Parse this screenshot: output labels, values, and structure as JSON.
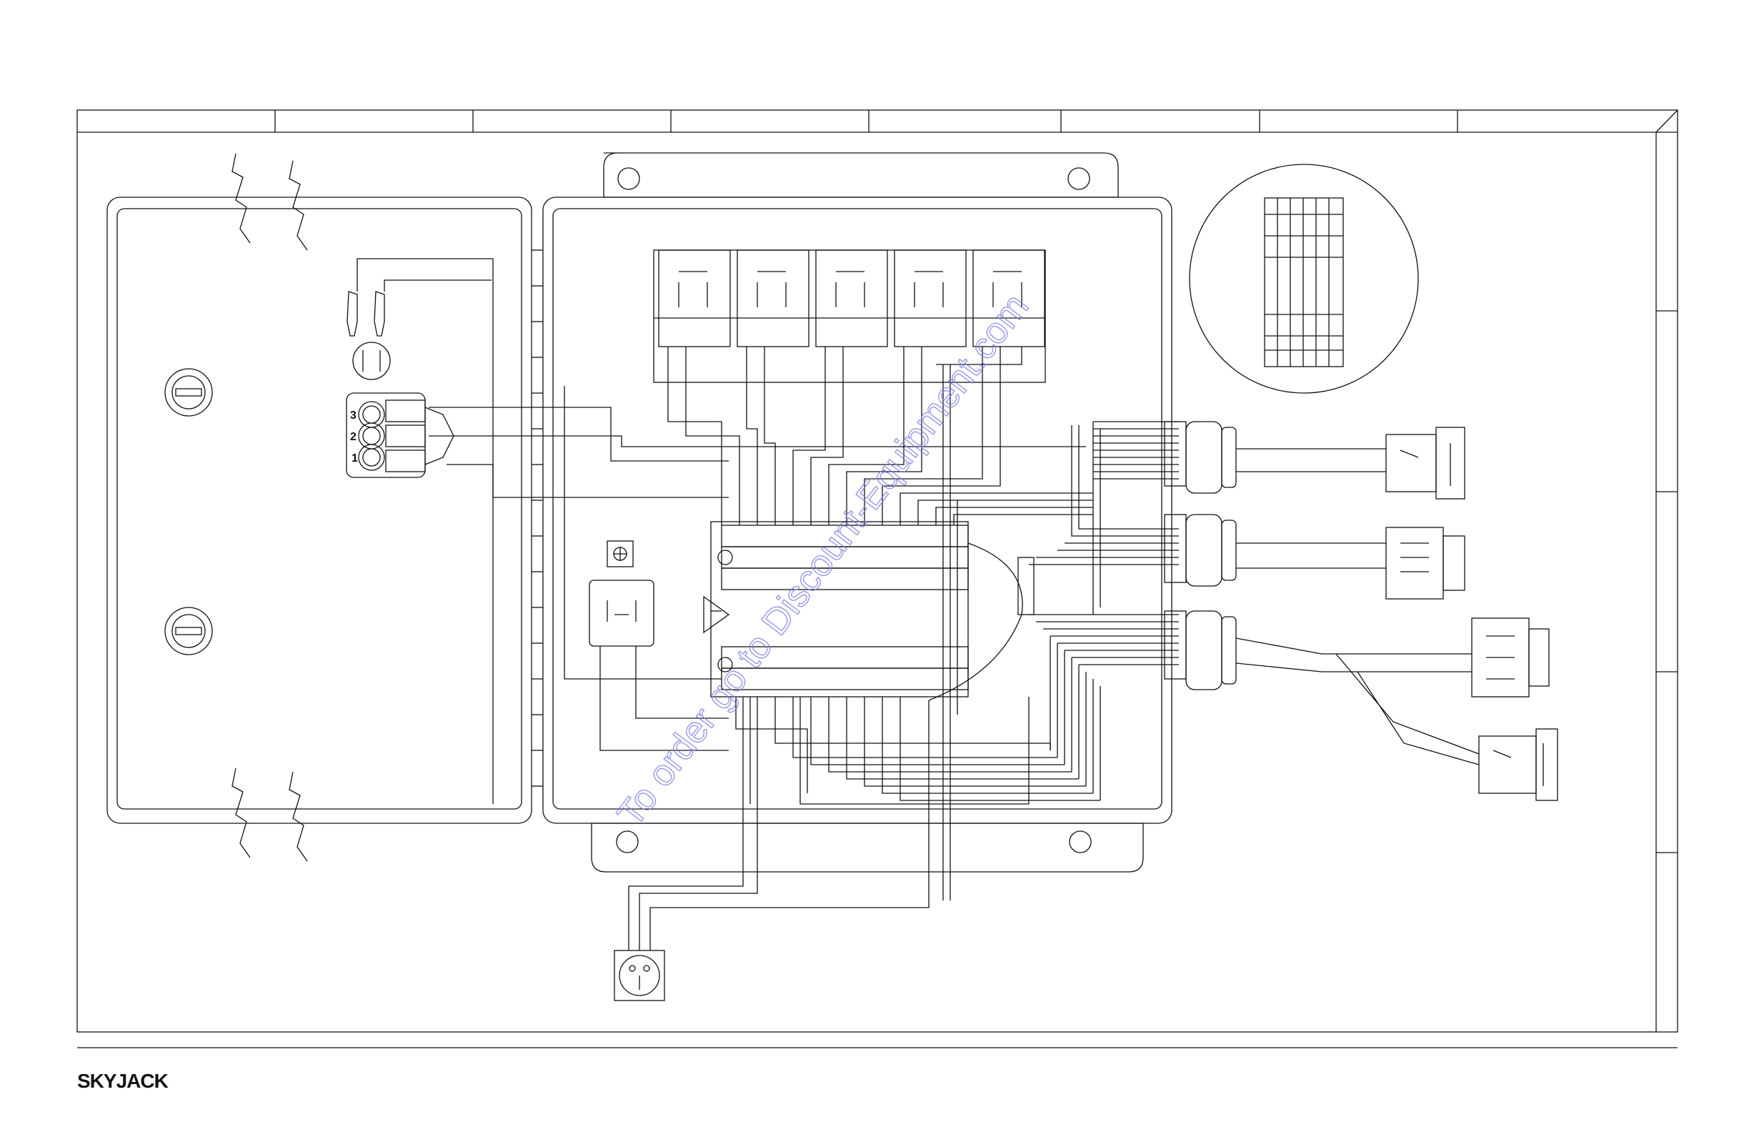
{
  "branding": {
    "logo_text": "SKYJACK"
  },
  "watermark": {
    "text": "To order go to Discount-Equipment.com"
  },
  "switch_pins": [
    "3",
    "2",
    "1"
  ],
  "colors": {
    "line": "#111111",
    "watermark": "#7b7fe0",
    "background": "#ffffff"
  }
}
